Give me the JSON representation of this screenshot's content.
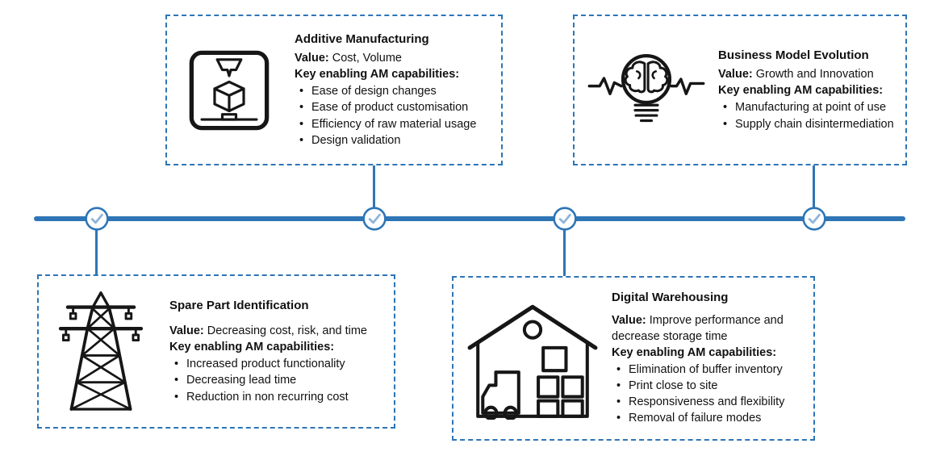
{
  "colors": {
    "accent": "#2e75b6",
    "tick": "#8fb4da",
    "ink": "#161616"
  },
  "timeline": {
    "milestone_icons": [
      "check-icon",
      "check-icon",
      "check-icon",
      "check-icon"
    ]
  },
  "boxes": [
    {
      "icon": "printer-3d-icon",
      "title": "Additive Manufacturing",
      "value_label": "Value:",
      "value": "Cost, Volume",
      "capabilities_label": "Key enabling AM capabilities:",
      "capabilities": [
        "Ease of design changes",
        "Ease of product customisation",
        "Efficiency of raw material usage",
        "Design validation"
      ]
    },
    {
      "icon": "idea-brain-bulb-icon",
      "title": "Business Model Evolution",
      "value_label": "Value:",
      "value": "Growth and Innovation",
      "capabilities_label": "Key enabling AM capabilities:",
      "capabilities": [
        "Manufacturing at point of use",
        "Supply chain disintermediation"
      ]
    },
    {
      "icon": "transmission-tower-icon",
      "title": "Spare Part Identification",
      "value_label": "Value:",
      "value": "Decreasing cost, risk, and time",
      "capabilities_label": "Key enabling AM capabilities:",
      "capabilities": [
        "Increased product functionality",
        "Decreasing lead time",
        "Reduction in non recurring cost"
      ]
    },
    {
      "icon": "warehouse-truck-icon",
      "title": "Digital Warehousing",
      "value_label": "Value:",
      "value": "Improve performance and decrease storage time",
      "capabilities_label": "Key enabling AM capabilities:",
      "capabilities": [
        "Elimination of buffer inventory",
        "Print close to site",
        "Responsiveness and flexibility",
        "Removal of failure modes"
      ]
    }
  ]
}
